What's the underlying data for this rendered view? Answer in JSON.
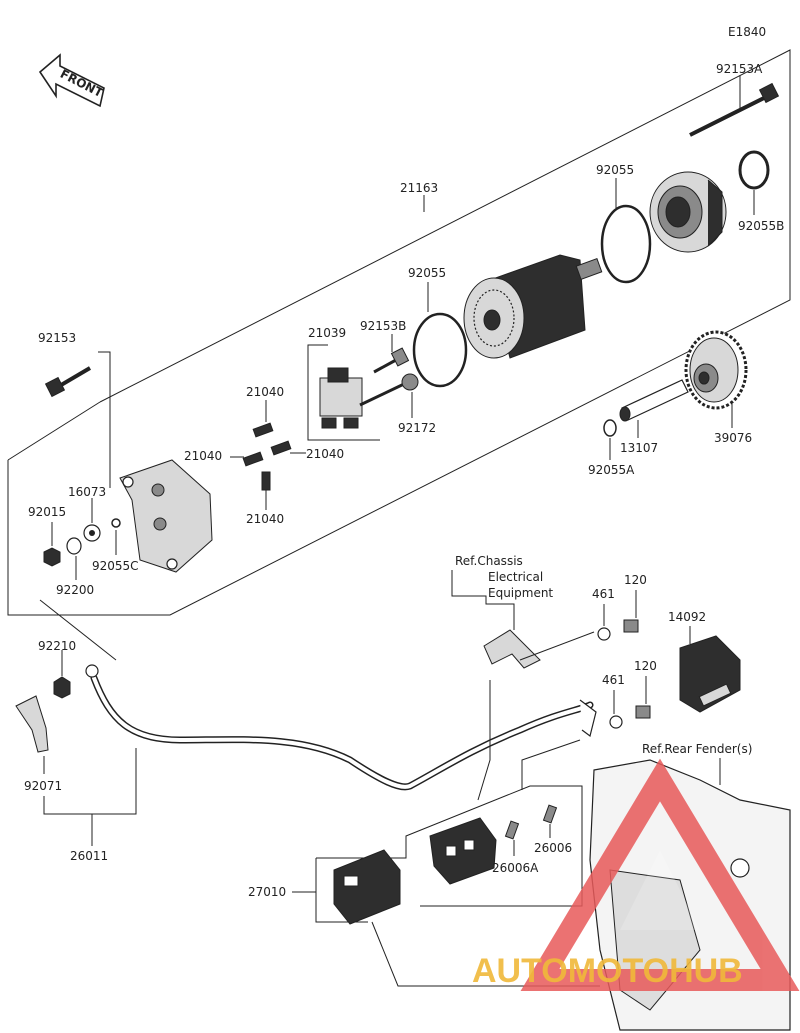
{
  "diagram_code": "E1840",
  "front_label": "FRONT",
  "refs": {
    "chassis": [
      "Ref.Chassis",
      "Electrical",
      "Equipment"
    ],
    "fender": "Ref.Rear Fender(s)"
  },
  "parts": {
    "p92153A": "92153A",
    "p21163": "21163",
    "p92055_top": "92055",
    "p92055B": "92055B",
    "p92055_mid": "92055",
    "p21039": "21039",
    "p92153B": "92153B",
    "p92172": "92172",
    "p92153": "92153",
    "p21040_a": "21040",
    "p21040_b": "21040",
    "p21040_c": "21040",
    "p21040_d": "21040",
    "p16073": "16073",
    "p92015": "92015",
    "p92055C": "92055C",
    "p92200": "92200",
    "p39076": "39076",
    "p13107": "13107",
    "p92055A": "92055A",
    "p461_a": "461",
    "p120_a": "120",
    "p14092": "14092",
    "p461_b": "461",
    "p120_b": "120",
    "p92210": "92210",
    "p92071": "92071",
    "p26011": "26011",
    "p26006": "26006",
    "p26006A": "26006A",
    "p27010": "27010"
  },
  "watermark": "AUTOMOTOHUB"
}
